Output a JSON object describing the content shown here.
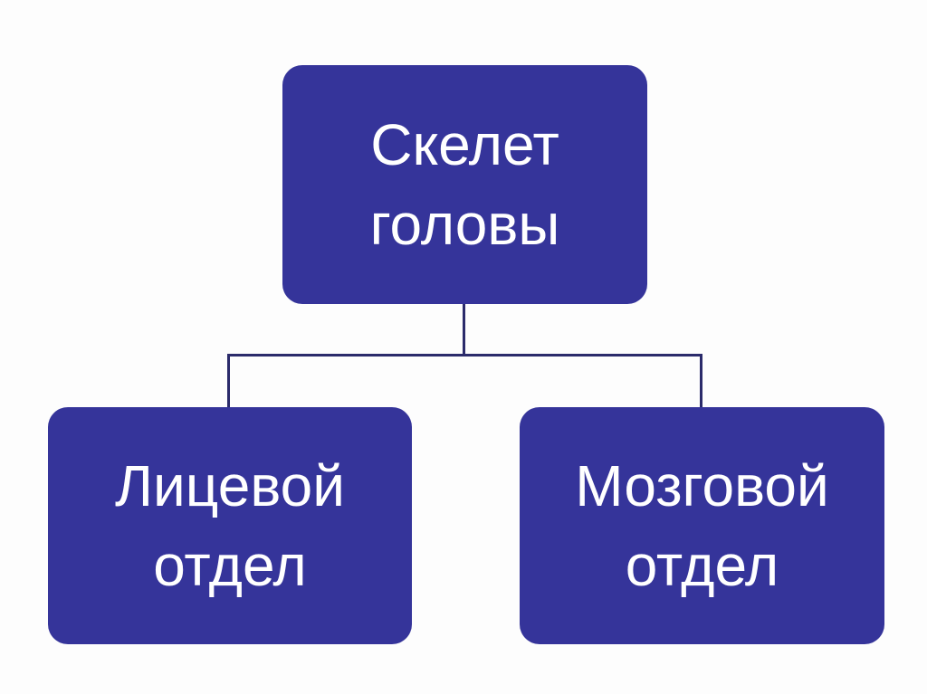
{
  "diagram": {
    "title": "Скелет головы",
    "type": "hierarchy-tree",
    "background_color": "#fdfdfd",
    "node_fill_color": "#35349a",
    "node_text_color": "#ffffff",
    "connector_color": "#2b2b6b",
    "nodes": {
      "root": {
        "id": "root",
        "lines": [
          "Скелет",
          "головы"
        ],
        "full_text": "Скелет головы",
        "level": 1
      },
      "facial": {
        "id": "facial",
        "lines": [
          "Лицевой",
          "отдел"
        ],
        "full_text": "Лицевой отдел",
        "level": 2
      },
      "cranial": {
        "id": "cranial",
        "lines": [
          "Мозговой",
          "отдел"
        ],
        "full_text": "Мозговой отдел",
        "level": 2
      }
    },
    "edges": [
      {
        "from": "root",
        "to": "facial"
      },
      {
        "from": "root",
        "to": "cranial"
      }
    ]
  }
}
